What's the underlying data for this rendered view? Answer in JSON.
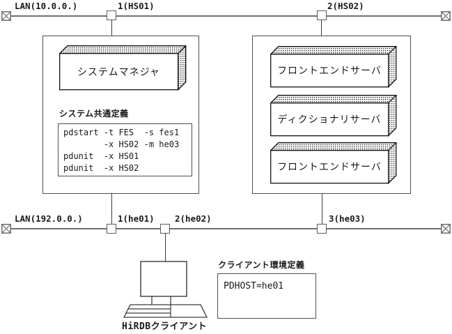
{
  "style": {
    "lan_line_color": "#6e6e6e",
    "text_color": "#1a1a1a",
    "box_border_color": "#4d4d4d"
  },
  "lans": [
    {
      "label": "LAN(10.0.0.)",
      "nodes": [
        {
          "label": "1(HS01)"
        },
        {
          "label": "2(HS02)"
        }
      ]
    },
    {
      "label": "LAN(192.0.0.)",
      "nodes": [
        {
          "label": "1(he01)"
        },
        {
          "label": "2(he02)"
        },
        {
          "label": "3(he03)"
        }
      ]
    }
  ],
  "unit_hs01": {
    "server": "システムマネジャ",
    "definition_title": "システム共通定義",
    "definition_text": "pdstart -t FES  -s fes1\n        -x HS02 -m he03\npdunit  -x HS01\npdunit  -x HS02"
  },
  "unit_hs02": {
    "servers": [
      "フロントエンドサーバ",
      "ディクショナリサーバ",
      "フロントエンドサーバ"
    ]
  },
  "client": {
    "label": "HiRDBクライアント",
    "definition_title": "クライアント環境定義",
    "definition_text": "PDHOST=he01"
  }
}
